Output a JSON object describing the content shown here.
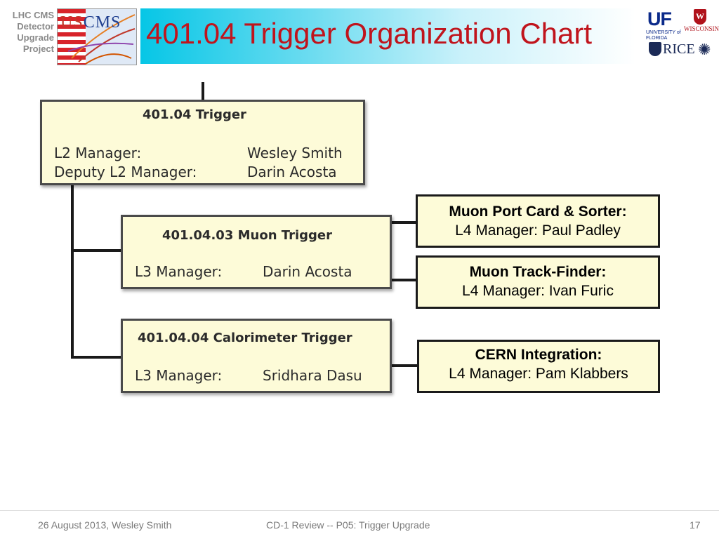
{
  "header": {
    "project_label": [
      "LHC CMS",
      "Detector",
      "Upgrade",
      "Project"
    ],
    "logo_text_us": "US",
    "logo_text_cms": "CMS",
    "title": "401.04 Trigger Organization Chart",
    "uni_logos": {
      "uf": "UF",
      "uf_sub": "UNIVERSITY of FLORIDA",
      "uw": "WISCONSIN",
      "uw_crest": "W",
      "rice": "RICE"
    }
  },
  "org": {
    "trigger": {
      "title": "401.04  Trigger",
      "rows": [
        {
          "role": "L2 Manager:",
          "name": "Wesley Smith"
        },
        {
          "role": "Deputy L2 Manager:",
          "name": "Darin Acosta"
        }
      ]
    },
    "muon": {
      "title": "401.04.03  Muon Trigger",
      "role": "L3 Manager:",
      "name": "Darin Acosta"
    },
    "calo": {
      "title": "401.04.04  Calorimeter Trigger",
      "role": "L3 Manager:",
      "name": "Sridhara Dasu"
    },
    "subtasks": [
      {
        "title": "Muon Port Card & Sorter:",
        "manager": "L4 Manager: Paul Padley"
      },
      {
        "title": "Muon Track-Finder:",
        "manager": "L4 Manager: Ivan Furic"
      },
      {
        "title": "CERN Integration:",
        "manager": "L4 Manager: Pam Klabbers"
      }
    ]
  },
  "footer": {
    "date_author": "26 August 2013, Wesley Smith",
    "event": "CD-1  Review -- P05: Trigger Upgrade",
    "page": "17"
  },
  "colors": {
    "title": "#c0141c",
    "band": "#05c6e6",
    "box_fill": "#fdfbd8"
  }
}
